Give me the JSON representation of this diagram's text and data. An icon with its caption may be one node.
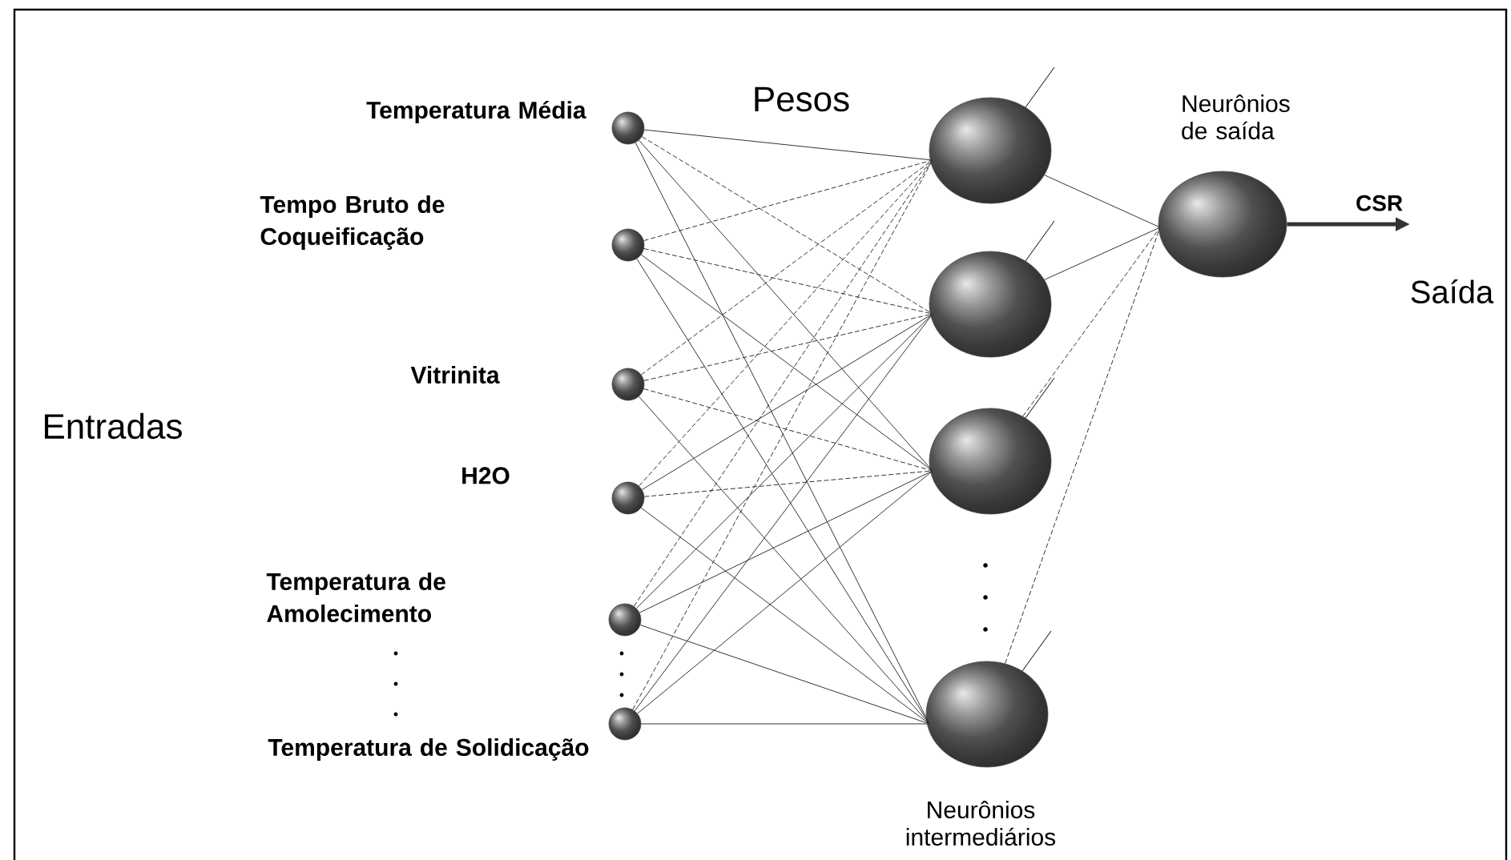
{
  "diagram": {
    "nodes": [
      {
        "text": [],
        "shape": "circle",
        "beside": [
          "Temperatura Média"
        ]
      },
      {
        "text": [],
        "shape": "circle"
      },
      {
        "text": [],
        "shape": "circle"
      },
      {
        "text": [],
        "shape": "circle"
      },
      {
        "text": [],
        "shape": "circle"
      },
      {
        "text": [],
        "shape": "circle",
        "beside": [
          "Temperatura de Solidicação"
        ]
      },
      {
        "text": [],
        "shape": "circle"
      },
      {
        "text": [],
        "shape": "circle"
      },
      {
        "text": [],
        "shape": "circle"
      },
      {
        "text": [],
        "shape": "circle"
      },
      {
        "text": [],
        "shape": "circle",
        "beside": [
          "Neurônios de saída"
        ]
      }
    ],
    "edges": [
      {
        "from": 0,
        "to": 6,
        "arrow": "none"
      },
      {
        "from": 0,
        "to": 7,
        "arrow": "none",
        "style": "dashed"
      },
      {
        "from": 0,
        "to": 8,
        "arrow": "none"
      },
      {
        "from": 0,
        "to": 9,
        "arrow": "none"
      },
      {
        "from": 1,
        "to": 6,
        "arrow": "none",
        "style": "dashed"
      },
      {
        "from": 1,
        "to": 7,
        "arrow": "none",
        "style": "dashed"
      },
      {
        "from": 1,
        "to": 8,
        "arrow": "none"
      },
      {
        "from": 1,
        "to": 9,
        "arrow": "none"
      },
      {
        "from": 2,
        "to": 6,
        "arrow": "none",
        "style": "dashed"
      },
      {
        "from": 2,
        "to": 7,
        "arrow": "none",
        "style": "dashed"
      },
      {
        "from": 2,
        "to": 8,
        "arrow": "none",
        "style": "dashed"
      },
      {
        "from": 2,
        "to": 9,
        "arrow": "none"
      },
      {
        "from": 3,
        "to": 6,
        "arrow": "none",
        "style": "dashed"
      },
      {
        "from": 3,
        "to": 7,
        "arrow": "none"
      },
      {
        "from": 3,
        "to": 8,
        "arrow": "none",
        "style": "dashed"
      },
      {
        "from": 3,
        "to": 9,
        "arrow": "none"
      },
      {
        "from": 4,
        "to": 6,
        "arrow": "none",
        "style": "dashed"
      },
      {
        "from": 4,
        "to": 7,
        "arrow": "none"
      },
      {
        "from": 4,
        "to": 8,
        "arrow": "none"
      },
      {
        "from": 4,
        "to": 9,
        "arrow": "none"
      },
      {
        "from": 5,
        "to": 6,
        "arrow": "none",
        "style": "dashed"
      },
      {
        "from": 5,
        "to": 7,
        "arrow": "none"
      },
      {
        "from": 5,
        "to": 8,
        "arrow": "none"
      },
      {
        "from": 5,
        "to": 9,
        "arrow": "none"
      },
      {
        "from": 6,
        "to": 10,
        "arrow": "none"
      },
      {
        "from": 7,
        "to": 10,
        "arrow": "none"
      },
      {
        "from": 8,
        "to": 10,
        "arrow": "none",
        "style": "dashed"
      },
      {
        "from": 9,
        "to": 10,
        "arrow": "none",
        "style": "dashed"
      },
      {
        "from": 10,
        "to": null,
        "arrow": "to",
        "label": "CSR",
        "style": "thick"
      }
    ],
    "labels": [
      "Pesos",
      "Tempo Bruto de Coqueificação",
      "Saída",
      "Vitrinita",
      "Entradas",
      "H2O",
      "Temperatura de Amolecimento",
      "Neurônios intermediários"
    ]
  }
}
